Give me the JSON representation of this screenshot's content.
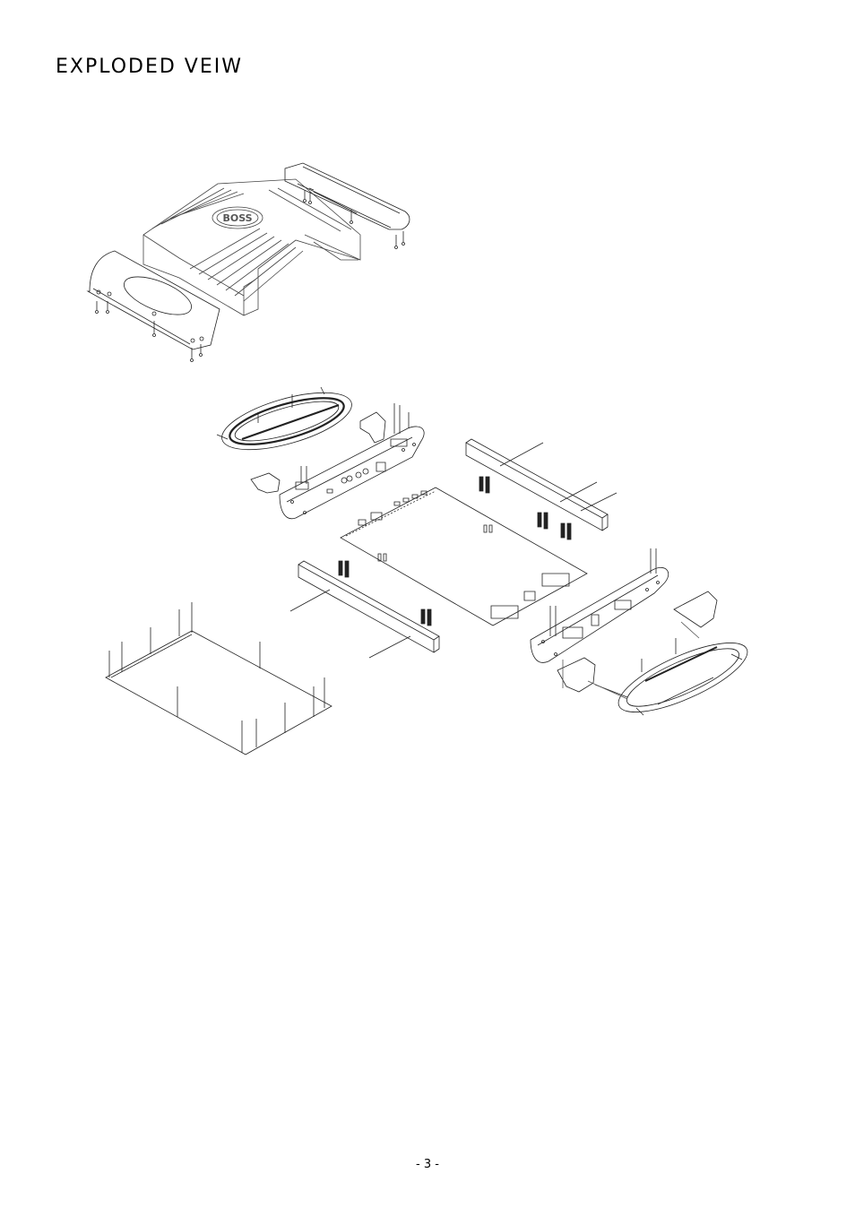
{
  "page": {
    "title": "EXPLODED VEIW",
    "page_number": "- 3 -"
  },
  "diagram": {
    "logo_text": "BOSS",
    "parts": [
      "top-heatsink-cover",
      "rear-end-cap",
      "front-end-cap",
      "left-oval-trim",
      "left-end-panel",
      "left-corner-bracket-top",
      "left-corner-bracket-bottom",
      "right-side-rail",
      "circuit-board",
      "left-side-rail",
      "right-end-panel",
      "right-corner-bracket-top",
      "right-corner-bracket-bottom",
      "right-oval-trim",
      "bottom-plate"
    ]
  }
}
